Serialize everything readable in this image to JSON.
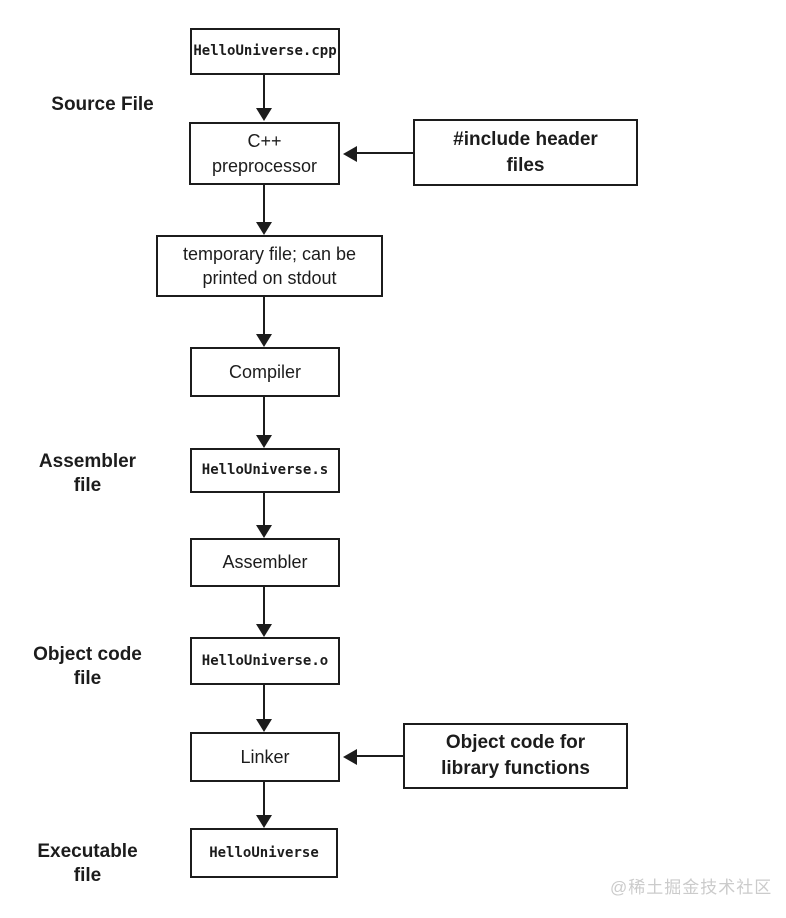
{
  "diagram": {
    "background": "#ffffff",
    "line_color": "#1c1c1c",
    "nodes": {
      "cpp": {
        "label": "HelloUniverse.cpp"
      },
      "preprocessor": {
        "label": "C++\npreprocessor"
      },
      "include_headers": {
        "label": "#include header\nfiles"
      },
      "temp_file": {
        "label": "temporary file; can be\nprinted on stdout"
      },
      "compiler": {
        "label": "Compiler"
      },
      "asm_file": {
        "label": "HelloUniverse.s"
      },
      "assembler": {
        "label": "Assembler"
      },
      "obj_file": {
        "label": "HelloUniverse.o"
      },
      "linker": {
        "label": "Linker"
      },
      "library_objects": {
        "label": "Object code for\nlibrary functions"
      },
      "executable": {
        "label": "HelloUniverse"
      }
    },
    "stage_labels": {
      "source": "Source File",
      "assembler": "Assembler\nfile",
      "object": "Object code\nfile",
      "executable": "Executable\nfile"
    },
    "edges": [
      {
        "from": "cpp",
        "to": "preprocessor"
      },
      {
        "from": "include_headers",
        "to": "preprocessor"
      },
      {
        "from": "preprocessor",
        "to": "temp_file"
      },
      {
        "from": "temp_file",
        "to": "compiler"
      },
      {
        "from": "compiler",
        "to": "asm_file"
      },
      {
        "from": "asm_file",
        "to": "assembler"
      },
      {
        "from": "assembler",
        "to": "obj_file"
      },
      {
        "from": "obj_file",
        "to": "linker"
      },
      {
        "from": "library_objects",
        "to": "linker"
      },
      {
        "from": "linker",
        "to": "executable"
      }
    ],
    "watermark": "@稀土掘金技术社区"
  }
}
